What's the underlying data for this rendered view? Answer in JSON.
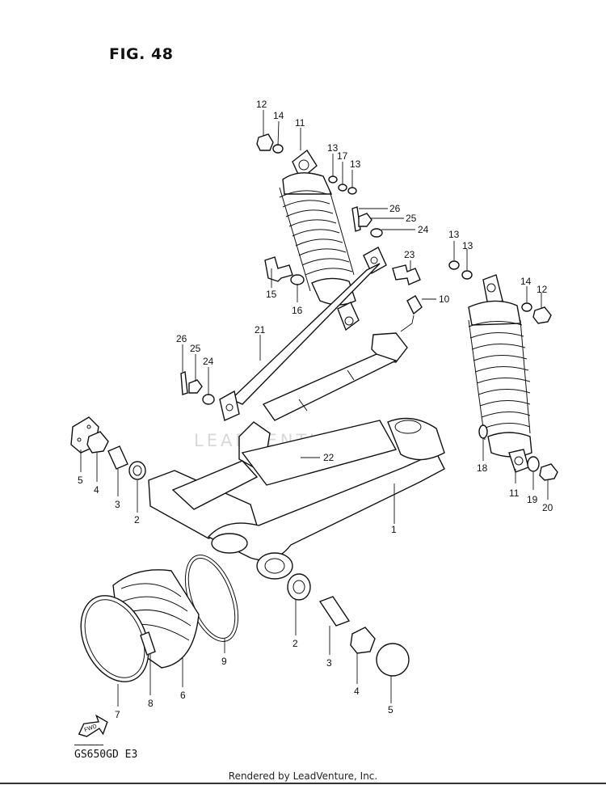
{
  "figure": {
    "title": "FIG. 48",
    "model_code": "GS650GD  E3",
    "footer": "Rendered by LeadVenture, Inc."
  },
  "watermark": "LEADVENTURE",
  "fwd_label": "FWD",
  "callouts": [
    {
      "id": "c-12a",
      "label": "12"
    },
    {
      "id": "c-14a",
      "label": "14"
    },
    {
      "id": "c-11a",
      "label": "11"
    },
    {
      "id": "c-13a",
      "label": "13"
    },
    {
      "id": "c-17",
      "label": "17"
    },
    {
      "id": "c-13b",
      "label": "13"
    },
    {
      "id": "c-26a",
      "label": "26"
    },
    {
      "id": "c-25a",
      "label": "25"
    },
    {
      "id": "c-24a",
      "label": "24"
    },
    {
      "id": "c-13c",
      "label": "13"
    },
    {
      "id": "c-13d",
      "label": "13"
    },
    {
      "id": "c-23",
      "label": "23"
    },
    {
      "id": "c-15",
      "label": "15"
    },
    {
      "id": "c-16",
      "label": "16"
    },
    {
      "id": "c-10",
      "label": "10"
    },
    {
      "id": "c-14b",
      "label": "14"
    },
    {
      "id": "c-12b",
      "label": "12"
    },
    {
      "id": "c-21",
      "label": "21"
    },
    {
      "id": "c-26b",
      "label": "26"
    },
    {
      "id": "c-25b",
      "label": "25"
    },
    {
      "id": "c-24b",
      "label": "24"
    },
    {
      "id": "c-22",
      "label": "22"
    },
    {
      "id": "c-18",
      "label": "18"
    },
    {
      "id": "c-11b",
      "label": "11"
    },
    {
      "id": "c-19",
      "label": "19"
    },
    {
      "id": "c-20",
      "label": "20"
    },
    {
      "id": "c-5a",
      "label": "5"
    },
    {
      "id": "c-4a",
      "label": "4"
    },
    {
      "id": "c-3a",
      "label": "3"
    },
    {
      "id": "c-2a",
      "label": "2"
    },
    {
      "id": "c-1",
      "label": "1"
    },
    {
      "id": "c-9",
      "label": "9"
    },
    {
      "id": "c-2b",
      "label": "2"
    },
    {
      "id": "c-3b",
      "label": "3"
    },
    {
      "id": "c-6",
      "label": "6"
    },
    {
      "id": "c-8",
      "label": "8"
    },
    {
      "id": "c-7",
      "label": "7"
    },
    {
      "id": "c-4b",
      "label": "4"
    },
    {
      "id": "c-5b",
      "label": "5"
    }
  ]
}
